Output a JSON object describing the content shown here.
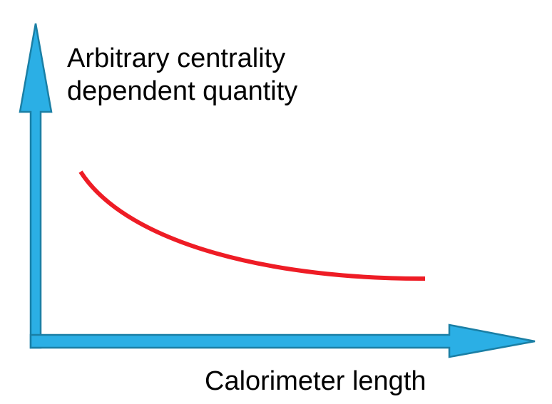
{
  "diagram": {
    "y_label_lines": [
      "Arbitrary centrality",
      "dependent quantity"
    ],
    "x_label": "Calorimeter length",
    "colors": {
      "axis_fill": "#2bafe5",
      "axis_stroke": "#1a7fa5",
      "curve": "#ee1c25",
      "text": "#000000"
    }
  }
}
